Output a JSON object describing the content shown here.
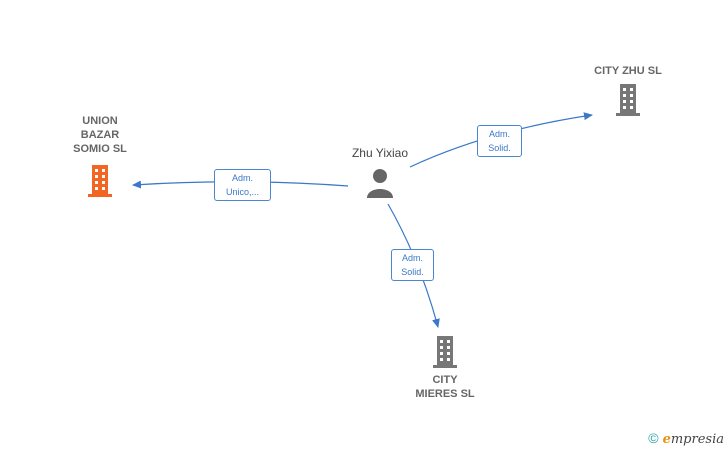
{
  "nodes": {
    "union": {
      "label": "UNION\nBAZAR\nSOMIO  SL",
      "icon": "building-icon",
      "color": "#f26522"
    },
    "person": {
      "label": "Zhu Yixiao",
      "icon": "person-icon",
      "color": "#666666"
    },
    "cityzhu": {
      "label": "CITY ZHU SL",
      "icon": "building-icon",
      "color": "#777777"
    },
    "citymieres": {
      "label": "CITY\nMIERES  SL",
      "icon": "building-icon",
      "color": "#777777"
    }
  },
  "edges": {
    "to_union": {
      "label": "Adm.\nUnico,..."
    },
    "to_cityzhu": {
      "label": "Adm.\nSolid."
    },
    "to_citymieres": {
      "label": "Adm.\nSolid."
    }
  },
  "colors": {
    "edge": "#3a78c8"
  },
  "footer": {
    "copyright": "©",
    "brand_first": "e",
    "brand_rest": "mpresia"
  }
}
